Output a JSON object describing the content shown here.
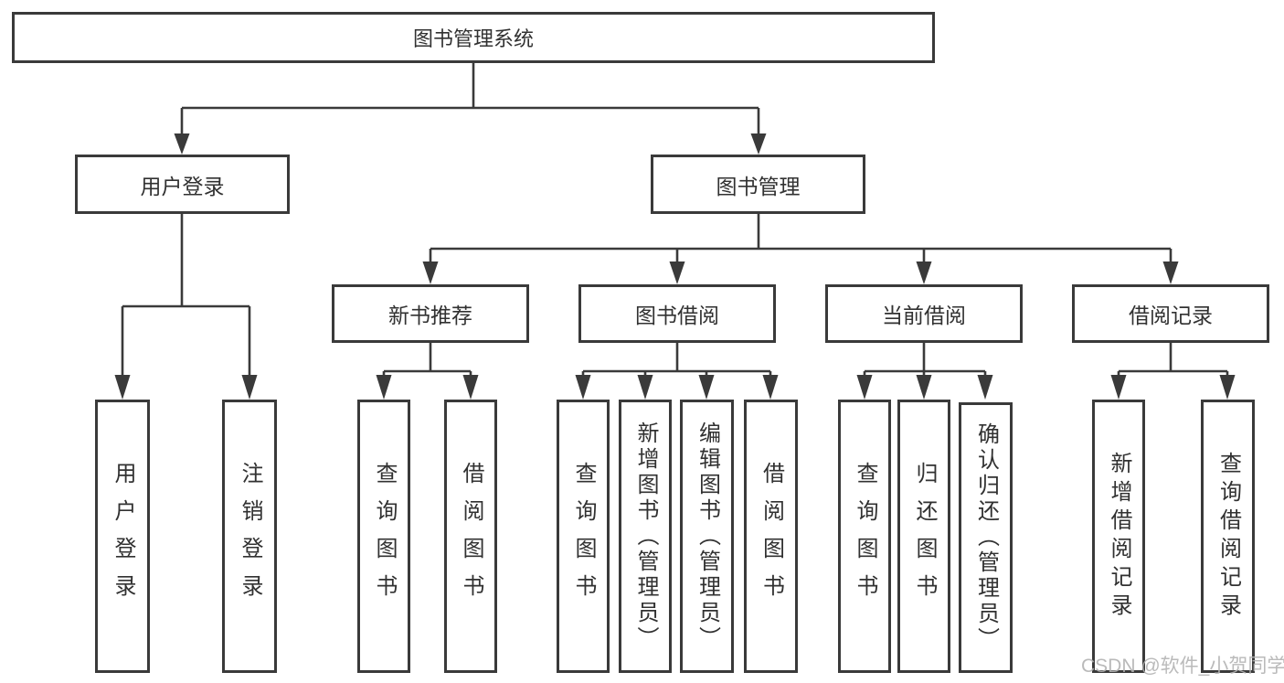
{
  "tree": {
    "root": "图书管理系统",
    "children": [
      {
        "label": "用户登录",
        "children": [
          {
            "label": "用户登录"
          },
          {
            "label": "注销登录"
          }
        ]
      },
      {
        "label": "图书管理",
        "children": [
          {
            "label": "新书推荐",
            "children": [
              {
                "label": "查询图书"
              },
              {
                "label": "借阅图书"
              }
            ]
          },
          {
            "label": "图书借阅",
            "children": [
              {
                "label": "查询图书"
              },
              {
                "label": "新增图书（管理员）"
              },
              {
                "label": "编辑图书（管理员）"
              },
              {
                "label": "借阅图书"
              }
            ]
          },
          {
            "label": "当前借阅",
            "children": [
              {
                "label": "查询图书"
              },
              {
                "label": "归还图书"
              },
              {
                "label": "确认归还（管理员）"
              }
            ]
          },
          {
            "label": "借阅记录",
            "children": [
              {
                "label": "新增借阅记录"
              },
              {
                "label": "查询借阅记录"
              }
            ]
          }
        ]
      }
    ]
  },
  "watermark": "CSDN @软件_小贺同学",
  "colors": {
    "line": "#3a3a3a",
    "text": "#313131",
    "background": "#ffffff",
    "watermark": "#b2b2b2"
  }
}
